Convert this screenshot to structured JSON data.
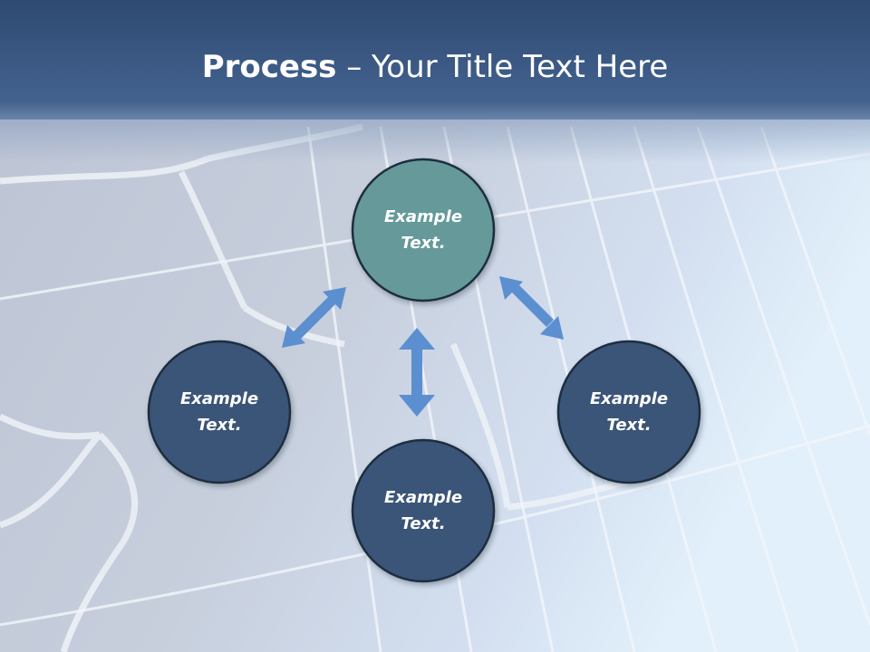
{
  "slide": {
    "title_bold": "Process",
    "title_rest": " – Your Title Text Here"
  },
  "nodes": {
    "top": {
      "line1": "Example",
      "line2": "Text."
    },
    "left": {
      "line1": "Example",
      "line2": "Text."
    },
    "bottom": {
      "line1": "Example",
      "line2": "Text."
    },
    "right": {
      "line1": "Example",
      "line2": "Text."
    }
  },
  "colors": {
    "header": "#3b5a86",
    "node_primary": "#65999a",
    "node_secondary": "#3b5478",
    "node_border": "#1f2e40",
    "arrow": "#5b8fd0"
  }
}
